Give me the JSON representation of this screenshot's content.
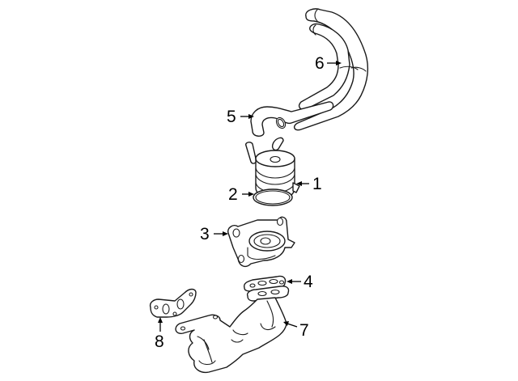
{
  "diagram": {
    "type": "exploded-parts-diagram",
    "background": "#ffffff",
    "line_color": "#1a1a1a",
    "callouts": [
      {
        "number": "1",
        "part": "oil-cooler"
      },
      {
        "number": "2",
        "part": "o-ring"
      },
      {
        "number": "3",
        "part": "cooler-housing"
      },
      {
        "number": "4",
        "part": "gasket-upper"
      },
      {
        "number": "5",
        "part": "coolant-hose-lower"
      },
      {
        "number": "6",
        "part": "coolant-hose-upper"
      },
      {
        "number": "7",
        "part": "exhaust-manifold-pipe"
      },
      {
        "number": "8",
        "part": "gasket-flange"
      }
    ]
  }
}
